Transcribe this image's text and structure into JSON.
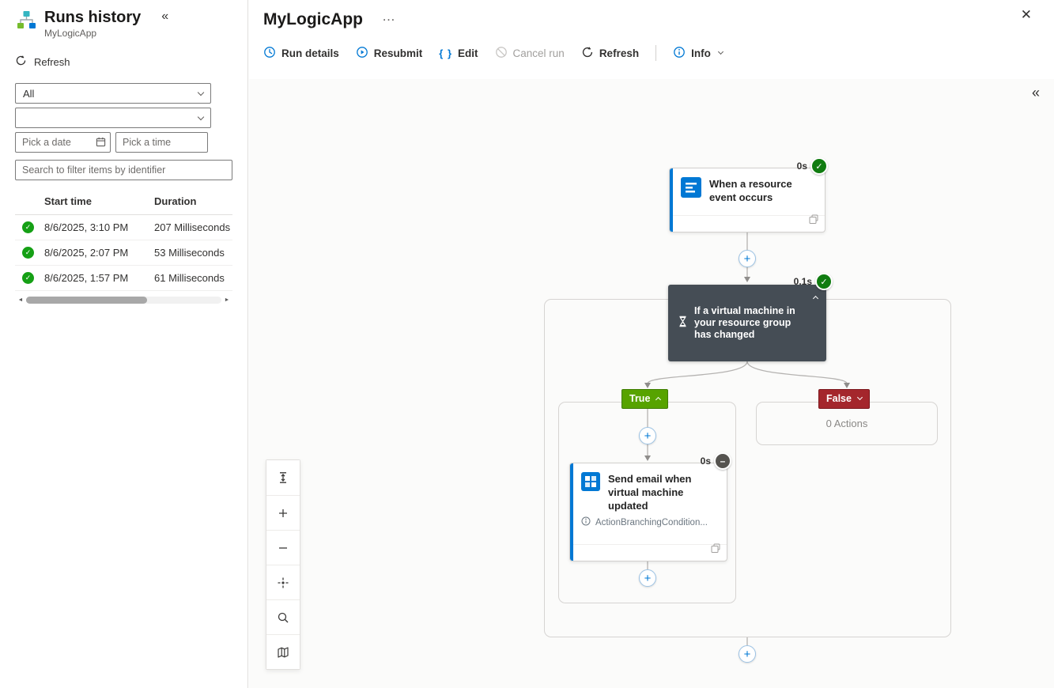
{
  "icons": {
    "collapse": "«",
    "more": "…",
    "close": "✕",
    "braces": "{ }",
    "plus": "+",
    "check": "✓",
    "dash": "–",
    "scroll_left": "◄",
    "scroll_right": "►"
  },
  "left_panel": {
    "title": "Runs history",
    "subtitle": "MyLogicApp",
    "refresh_label": "Refresh",
    "status_filter_value": "All",
    "date_placeholder": "Pick a date",
    "time_placeholder": "Pick a time",
    "search_placeholder": "Search to filter items by identifier",
    "columns": {
      "start_time": "Start time",
      "duration": "Duration"
    },
    "rows": [
      {
        "status": "success",
        "start_time": "8/6/2025, 3:10 PM",
        "duration": "207 Milliseconds"
      },
      {
        "status": "success",
        "start_time": "8/6/2025, 2:07 PM",
        "duration": "53 Milliseconds"
      },
      {
        "status": "success",
        "start_time": "8/6/2025, 1:57 PM",
        "duration": "61 Milliseconds"
      }
    ]
  },
  "header": {
    "title": "MyLogicApp"
  },
  "toolbar": {
    "run_details": "Run details",
    "resubmit": "Resubmit",
    "edit": "Edit",
    "cancel_run": "Cancel run",
    "refresh": "Refresh",
    "info": "Info"
  },
  "workflow": {
    "trigger": {
      "title": "When a resource event occurs",
      "duration": "0s",
      "status": "success"
    },
    "condition": {
      "title": "If a virtual machine in your resource group has changed",
      "duration": "0.1s",
      "status": "success"
    },
    "true_branch": {
      "label": "True"
    },
    "false_branch": {
      "label": "False",
      "empty_text": "0 Actions"
    },
    "action": {
      "title": "Send email when virtual machine updated",
      "duration": "0s",
      "status": "skipped",
      "note": "ActionBranchingCondition..."
    }
  },
  "colors": {
    "accent": "#0078d4",
    "success_green": "#107c10",
    "condition_bg": "#454d55",
    "true_green": "#57a300",
    "false_red": "#a4262c"
  }
}
